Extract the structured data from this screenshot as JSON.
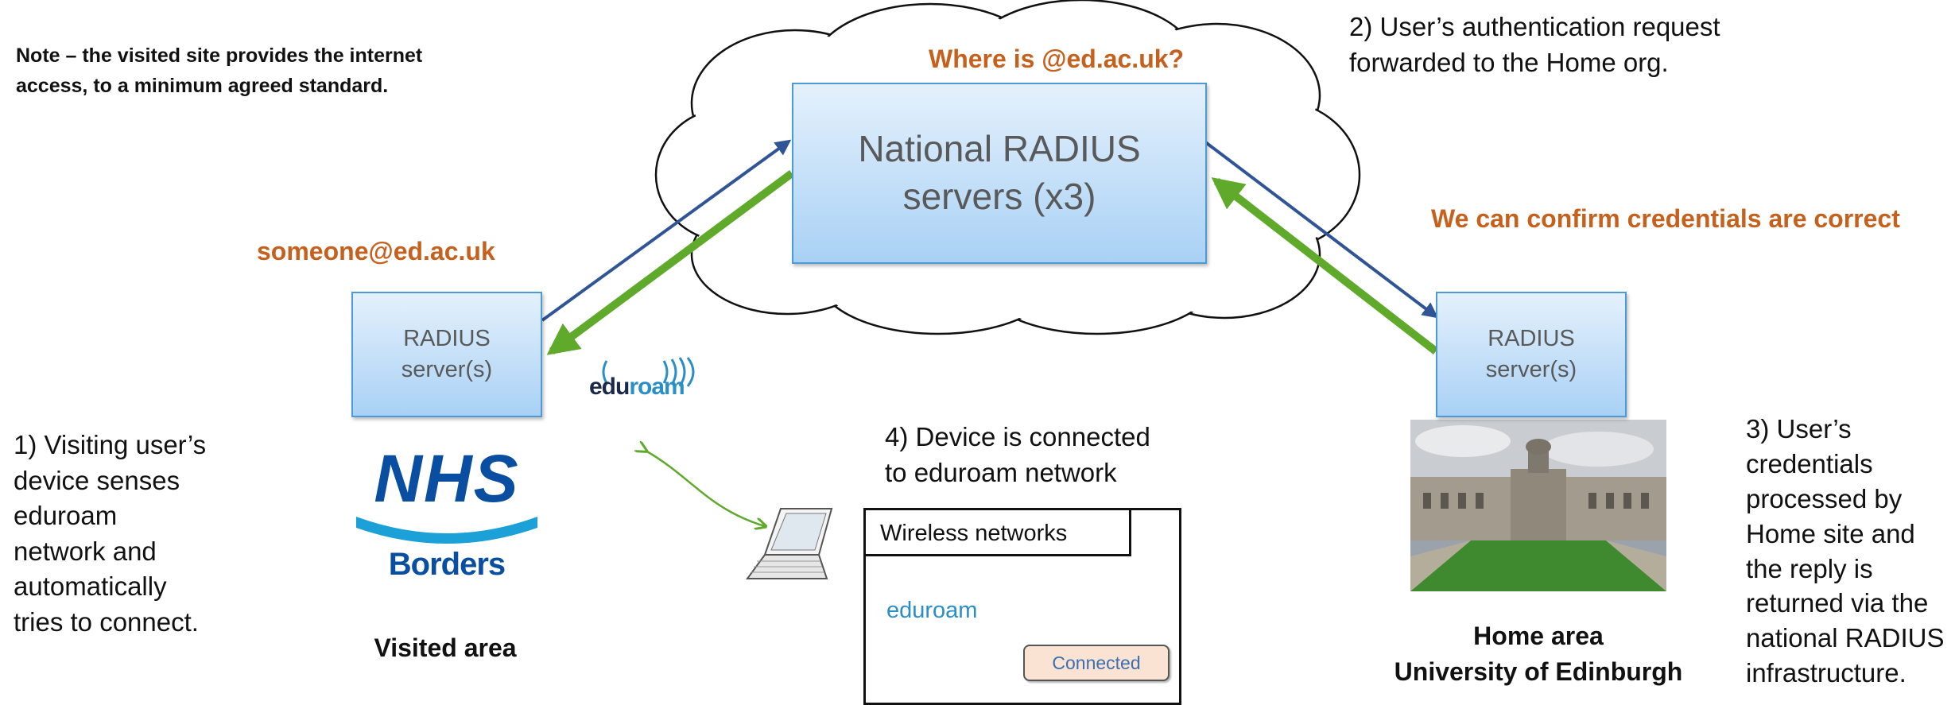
{
  "note": {
    "line1": "Note – the visited site provides the internet",
    "line2": "access, to a minimum agreed standard."
  },
  "cloud": {
    "question": "Where is @ed.ac.uk?",
    "server_box": {
      "line1": "National RADIUS",
      "line2": "servers (x3)"
    }
  },
  "steps": {
    "step1": [
      "1) Visiting user’s",
      "device  senses",
      "eduroam",
      "network and",
      "automatically",
      "tries to connect."
    ],
    "step2": [
      "2) User’s authentication request",
      "forwarded to the Home org."
    ],
    "step3": [
      "3) User’s",
      "credentials",
      "processed by",
      "Home site and",
      "the reply is",
      "returned via the",
      "national RADIUS",
      "infrastructure."
    ],
    "step4": [
      "4) Device is connected",
      "to eduroam network"
    ]
  },
  "user_id": "someone@ed.ac.uk",
  "confirmation": "We can confirm credentials are correct",
  "visited": {
    "server_box": {
      "line1": "RADIUS",
      "line2": "server(s)"
    },
    "logo": {
      "main": "NHS",
      "sub": "Borders"
    },
    "area_label": "Visited area"
  },
  "home": {
    "server_box": {
      "line1": "RADIUS",
      "line2": "server(s)"
    },
    "area_label_1": "Home area",
    "area_label_2": "University of Edinburgh"
  },
  "eduroam_logo": {
    "edu": "edu",
    "roam": "roam"
  },
  "wireless_panel": {
    "header": "Wireless networks",
    "network": "eduroam",
    "status": "Connected"
  },
  "colors": {
    "orange": "#c5601d",
    "blue_arrow": "#2f5597",
    "green_arrow": "#5fa92b",
    "box_border": "#4a9bd6",
    "nhs_blue": "#0a4ea2",
    "eduroam_cyan": "#2a8fc8"
  }
}
